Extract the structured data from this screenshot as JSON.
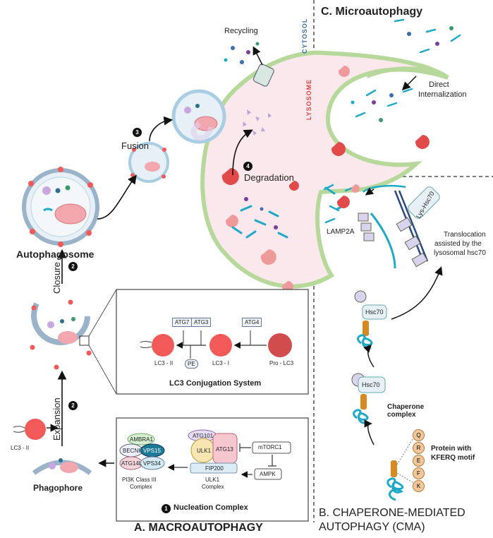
{
  "titles": {
    "macro": "A. MACROAUTOPHAGY",
    "cma_line1": "B. CHAPERONE-MEDIATED",
    "cma_line2": "AUTOPHAGY (CMA)",
    "micro": "C. Microautophagy"
  },
  "labels": {
    "cytosol": "CYTOSOL",
    "lysosome": "LYSOSOME",
    "recycling": "Recycling",
    "direct_internalization_1": "Direct",
    "direct_internalization_2": "Internalization",
    "fusion": "Fusion",
    "degradation": "Degradation",
    "autophagosome": "Autophagosome",
    "closure": "Closure",
    "expansion": "Expansion",
    "phagophore": "Phagophore",
    "lc3_ii_left": "LC3 - II",
    "lamp2a": "LAMP2A",
    "lys_hsc70": "Lys-Hsc70",
    "translocation_1": "Translocation",
    "translocation_2": "assisted by the",
    "translocation_3": "lysosomal hsc70",
    "hsc70_a": "Hsc70",
    "hsc70_b": "Hsc70",
    "chaperone_complex": "Chaperone complex",
    "protein_kferq_1": "Protein with",
    "protein_kferq_2": "KFERQ motif"
  },
  "kferq_letters": [
    "Q",
    "R",
    "E",
    "F",
    "K"
  ],
  "steps": {
    "s1": "1",
    "s2a": "2",
    "s2b": "2",
    "s3": "3",
    "s4": "4"
  },
  "lc3_box": {
    "title": "LC3 Conjugation System",
    "atg7": "ATG7",
    "atg3": "ATG3",
    "atg4": "ATG4",
    "pe": "PE",
    "lc3_ii": "LC3 - II",
    "lc3_i": "LC3 - I",
    "pro_lc3": "Pro - LC3"
  },
  "nucleation_box": {
    "title": "Nucleation Complex",
    "ambra1": "AMBRA1",
    "becn1": "BECNI",
    "vps15": "VPS15",
    "atg14l": "ATG14L",
    "vps34": "VPS34",
    "pi3k_1": "PI3K Class III",
    "pi3k_2": "Complex",
    "atg101": "ATG101",
    "ulk1": "ULK1",
    "atg13": "ATG13",
    "fip200": "FIP200",
    "ulk1_c1": "ULK1",
    "ulk1_c2": "Complex",
    "mtorc1": "mTORC1",
    "ampk": "AMPK"
  },
  "colors": {
    "lysosome_fill": "#fbe8ec",
    "lysosome_border": "#b6d89a",
    "membrane": "#a9cde3",
    "lc3_red": "#f25a5a",
    "pro_lc3": "#d14d4d",
    "protein_cyan": "#1fa9c9",
    "hsc70_fill": "#e7f1f5",
    "lamp2a_fill": "#d9d4ee",
    "kferq_orange": "#f3c79c"
  }
}
